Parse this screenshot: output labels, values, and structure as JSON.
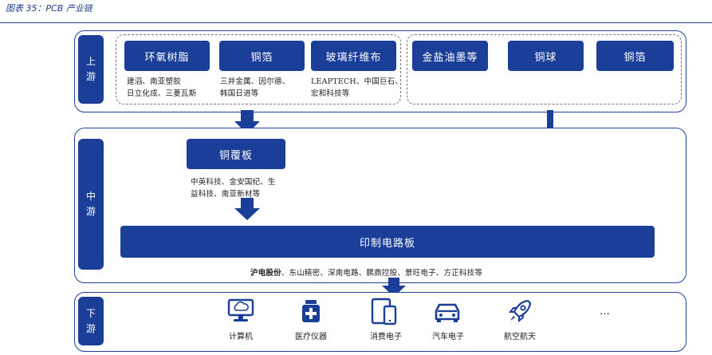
{
  "header": {
    "title": "图表 35：PCB 产业链"
  },
  "upstream": {
    "label": "上游",
    "group1": {
      "items": [
        "环氧树脂",
        "铜箔",
        "玻璃纤维布"
      ],
      "notes": [
        "建滔、南亚塑胶\n日立化成、三菱瓦斯",
        "三井金属、因尔德、\n韩国日进等",
        "LEAPTECH、中国巨石、\n宏和科技等"
      ]
    },
    "group2": {
      "items": [
        "金盐油墨等",
        "铜球",
        "铜箔"
      ]
    }
  },
  "midstream": {
    "label": "中游",
    "ccl": "铜覆板",
    "ccl_note": "中英科技、金安国纪、生\n益科技、南亚新材等",
    "pcb": "印制电路板",
    "pcb_note_bold": "沪电股份",
    "pcb_note_rest": "、东山精密、深南电路、鹏鼎控股、景旺电子、方正科技等"
  },
  "downstream": {
    "label": "下游",
    "items": [
      {
        "label": "计算机",
        "icon": "computer-icon"
      },
      {
        "label": "医疗仪器",
        "icon": "medical-kit-icon"
      },
      {
        "label": "消费电子",
        "icon": "tablet-phone-icon"
      },
      {
        "label": "汽车电子",
        "icon": "car-icon"
      },
      {
        "label": "航空航天",
        "icon": "rocket-icon"
      }
    ],
    "more": "…"
  },
  "colors": {
    "primary": "#1b3f99",
    "border": "#21429a",
    "title": "#1a3f8f"
  }
}
